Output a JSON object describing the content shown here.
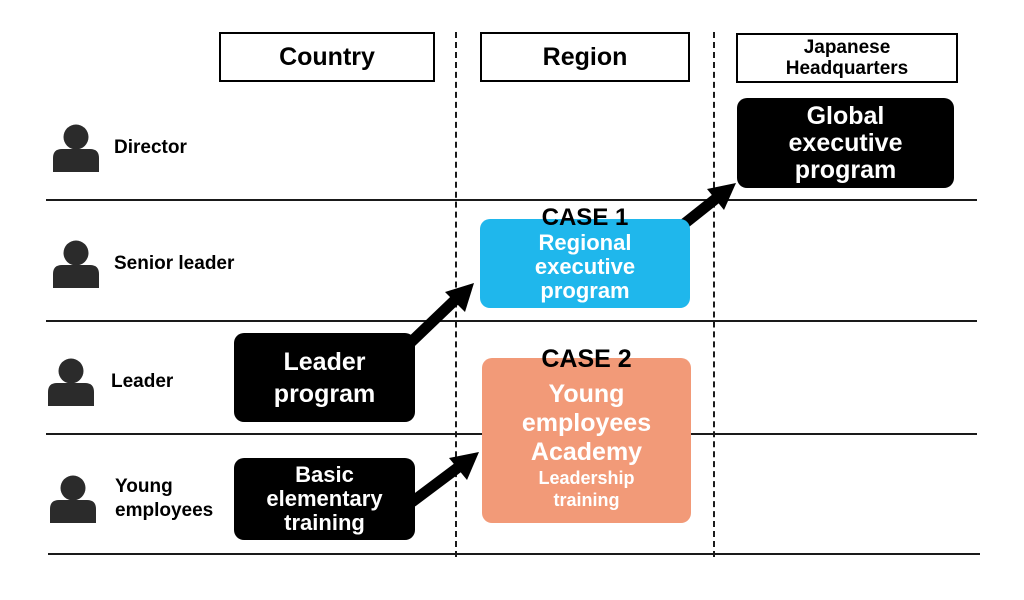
{
  "columns": [
    {
      "label": "Country"
    },
    {
      "label": "Region"
    },
    {
      "label": "Japanese\nHeadquarters",
      "lines": [
        "Japanese",
        "Headquarters"
      ]
    }
  ],
  "rows": [
    {
      "role": "Director",
      "icon": "person-icon"
    },
    {
      "role": "Senior leader",
      "icon": "person-icon"
    },
    {
      "role": "Leader",
      "icon": "person-icon"
    },
    {
      "role": "Young employees",
      "lines": [
        "Young",
        "employees"
      ],
      "icon": "person-icon"
    }
  ],
  "programs": {
    "global": {
      "lines": [
        "Global",
        "executive",
        "program"
      ],
      "color": "#000000"
    },
    "regional": {
      "case": "CASE 1",
      "lines": [
        "Regional",
        "executive",
        "program"
      ],
      "color": "#1fb7ec"
    },
    "academy": {
      "case": "CASE 2",
      "lines": [
        "Young",
        "employees",
        "Academy"
      ],
      "sub_lines": [
        "Leadership",
        "training"
      ],
      "color": "#f29a78"
    },
    "leader": {
      "lines": [
        "Leader",
        "program"
      ],
      "color": "#000000"
    },
    "basic": {
      "lines": [
        "Basic",
        "elementary",
        "training"
      ],
      "color": "#000000"
    }
  },
  "arrows": [
    {
      "from": "leader",
      "to": "regional"
    },
    {
      "from": "basic",
      "to": "academy"
    },
    {
      "from": "regional",
      "to": "global"
    }
  ]
}
